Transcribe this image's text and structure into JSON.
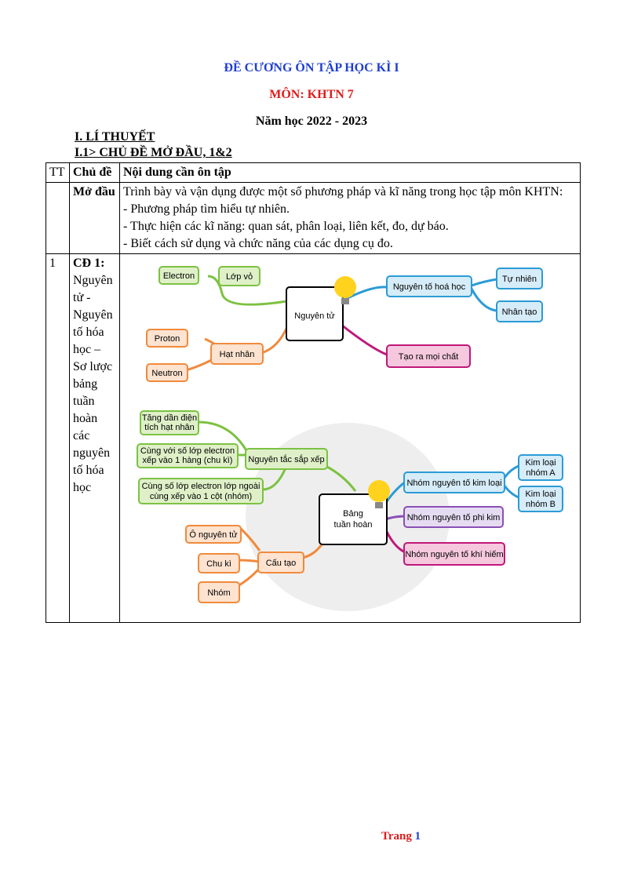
{
  "header": {
    "title": "ĐỀ CƯƠNG ÔN TẬP HỌC KÌ I",
    "subject": "MÔN: KHTN 7",
    "year": "Năm học 2022 - 2023"
  },
  "sections": {
    "part1": "I. LÍ THUYẾT",
    "part1_1": "I.1> CHỦ ĐỀ MỞ ĐẦU, 1&2"
  },
  "table": {
    "headers": [
      "TT",
      "Chủ đề",
      "Nội dung cần ôn tập"
    ],
    "row0": {
      "tt": "",
      "topic": "Mở đầu",
      "intro": "Trình bày và vận dụng được một số phương pháp và kĩ năng trong học tập môn KHTN:",
      "items": [
        "- Phương pháp tìm hiểu tự nhiên.",
        "- Thực hiện các kĩ năng: quan sát, phân loại, liên kết, đo, dự báo.",
        "- Biết cách sử dụng và chức năng của các dụng cụ đo."
      ]
    },
    "row1": {
      "tt": "1",
      "topic_label": "CĐ 1:",
      "topic_text": "Nguyên tử - Nguyên tố hóa học – Sơ lược bảng tuần hoàn các nguyên tố hóa học"
    }
  },
  "mindmap1": {
    "center": "Nguyên tử",
    "electron": "Electron",
    "lop_vo": "Lớp vỏ",
    "proton": "Proton",
    "neutron": "Neutron",
    "hat_nhan": "Hạt nhân",
    "nguyen_to": "Nguyên tố hoá học",
    "tu_nhien": "Tự nhiên",
    "nhan_tao": "Nhân tạo",
    "tao_ra": "Tạo ra mọi chất"
  },
  "mindmap2": {
    "center_l1": "Bảng",
    "center_l2": "tuần hoàn",
    "tang_l1": "Tăng dần điện",
    "tang_l2": "tích hạt nhân",
    "cung_voi_l1": "Cùng với số lớp electron",
    "cung_voi_l2": "xếp vào 1 hàng (chu kì)",
    "cung_so_l1": "Cùng số lớp electron lớp ngoài",
    "cung_so_l2": "cùng xếp vào 1 cột (nhóm)",
    "nguyen_tac": "Nguyên tắc sắp xếp",
    "o_nguyen_tu": "Ô nguyên tử",
    "chu_ki": "Chu kì",
    "nhom": "Nhóm",
    "cau_tao": "Cấu tạo",
    "kim_loai": "Nhóm nguyên tố kim loại",
    "kl_a_l1": "Kim loại",
    "kl_a_l2": "nhóm A",
    "kl_b_l1": "Kim loại",
    "kl_b_l2": "nhóm B",
    "phi_kim": "Nhóm nguyên tố phi kim",
    "khi_hiem": "Nhóm nguyên tố khí hiếm"
  },
  "colors": {
    "title_blue": "#1f3fd1",
    "subject_red": "#e01b1b",
    "green": "#7cc242",
    "orange": "#f08a3c",
    "blue": "#2b9bd6",
    "magenta": "#c0187a",
    "purple": "#8a4fb5"
  },
  "footer": {
    "label": "Trang",
    "page": "1"
  }
}
